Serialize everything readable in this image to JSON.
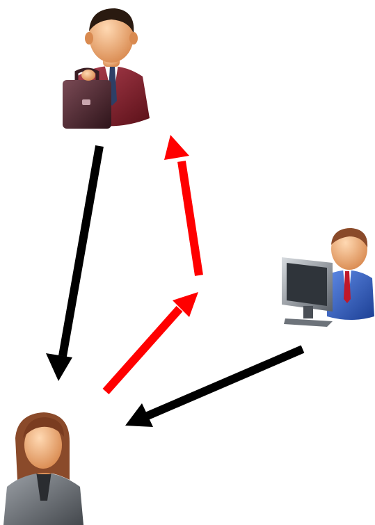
{
  "colors": {
    "background": "#ffffff",
    "flow_arrow": "#000000",
    "feedback_arrow": "#ff0000",
    "skin": "#f4b07c",
    "hair_dark": "#2a1a10",
    "hair_brown": "#8a4a2a",
    "businessman_suit": "#7a1c24",
    "briefcase": "#4a2a30",
    "user_shirt": "#2c57b8",
    "monitor": "#3a3f45",
    "woman_jacket": "#5f6368"
  },
  "icons": {
    "businessman": "businessman-with-briefcase-icon",
    "computer_user": "person-at-computer-icon",
    "woman": "woman-user-icon"
  },
  "arrows": [
    {
      "name": "black-arrow-businessman-to-woman",
      "color_key": "flow_arrow"
    },
    {
      "name": "black-arrow-computer-user-to-woman",
      "color_key": "flow_arrow"
    },
    {
      "name": "red-arrow-woman-to-middle",
      "color_key": "feedback_arrow"
    },
    {
      "name": "red-arrow-middle-to-businessman",
      "color_key": "feedback_arrow"
    }
  ]
}
